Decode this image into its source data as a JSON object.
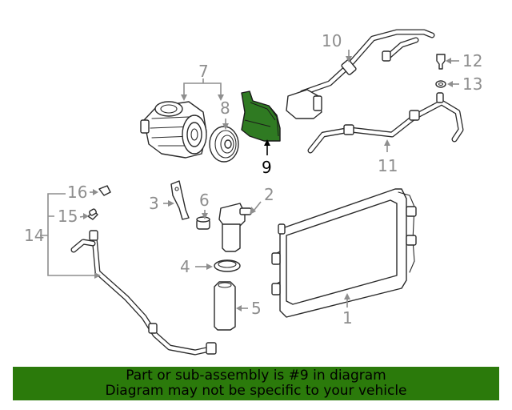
{
  "diagram": {
    "highlight_color": "#2f7a22",
    "callout_color": "#8e8e8e",
    "active_callout_color": "#000000",
    "callouts": [
      {
        "id": "c1",
        "label": "1"
      },
      {
        "id": "c2",
        "label": "2"
      },
      {
        "id": "c3",
        "label": "3"
      },
      {
        "id": "c4",
        "label": "4"
      },
      {
        "id": "c5",
        "label": "5"
      },
      {
        "id": "c6",
        "label": "6"
      },
      {
        "id": "c7",
        "label": "7"
      },
      {
        "id": "c8",
        "label": "8"
      },
      {
        "id": "c9",
        "label": "9",
        "highlighted": true
      },
      {
        "id": "c10",
        "label": "10"
      },
      {
        "id": "c11",
        "label": "11"
      },
      {
        "id": "c12",
        "label": "12"
      },
      {
        "id": "c13",
        "label": "13"
      },
      {
        "id": "c14",
        "label": "14"
      },
      {
        "id": "c15",
        "label": "15"
      },
      {
        "id": "c16",
        "label": "16"
      }
    ]
  },
  "banner": {
    "background": "#2b7a0b",
    "line1": "Part or sub-assembly is #9 in diagram",
    "line2": "Diagram may not be specific to your vehicle"
  }
}
